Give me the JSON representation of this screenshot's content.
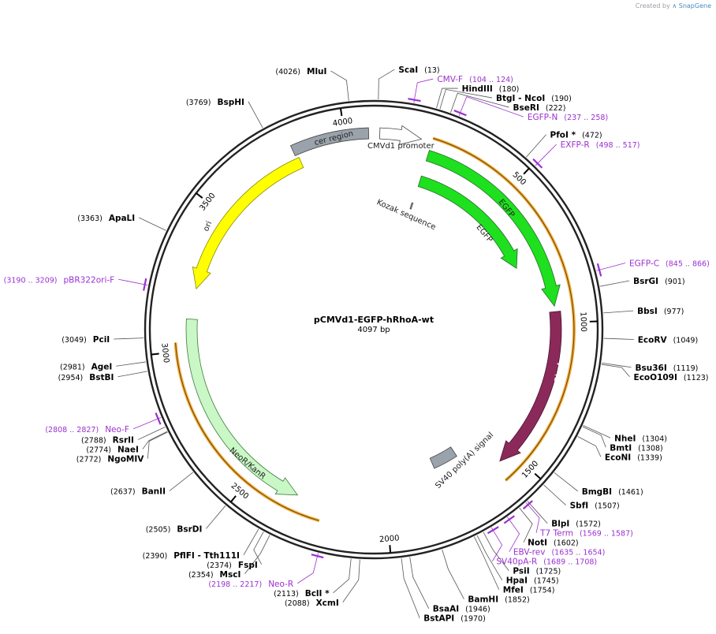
{
  "credit": {
    "prefix": "Created by",
    "brand": "SnapGene"
  },
  "plasmid": {
    "name": "pCMVd1-EGFP-hRhoA-wt",
    "size_label": "4097 bp",
    "length": 4097
  },
  "ticks": [
    "500",
    "1000",
    "1500",
    "2000",
    "2500",
    "3000",
    "3500",
    "4000"
  ],
  "sites": [
    {
      "name": "ScaI",
      "pos": "(13)",
      "bp": 13
    },
    {
      "name": "HindIII",
      "pos": "(180)",
      "bp": 180
    },
    {
      "name": "BtgI  - NcoI",
      "pos": "(190)",
      "bp": 190
    },
    {
      "name": "BseRI",
      "pos": "(222)",
      "bp": 222
    },
    {
      "name": "PfoI *",
      "pos": "(472)",
      "bp": 472
    },
    {
      "name": "BsrGI",
      "pos": "(901)",
      "bp": 901
    },
    {
      "name": "BbsI",
      "pos": "(977)",
      "bp": 977
    },
    {
      "name": "EcoRV",
      "pos": "(1049)",
      "bp": 1049
    },
    {
      "name": "Bsu36I",
      "pos": "(1119)",
      "bp": 1119
    },
    {
      "name": "EcoO109I",
      "pos": "(1123)",
      "bp": 1123
    },
    {
      "name": "NheI",
      "pos": "(1304)",
      "bp": 1304
    },
    {
      "name": "BmtI",
      "pos": "(1308)",
      "bp": 1308
    },
    {
      "name": "EcoNI",
      "pos": "(1339)",
      "bp": 1339
    },
    {
      "name": "BmgBI",
      "pos": "(1461)",
      "bp": 1461
    },
    {
      "name": "SbfI",
      "pos": "(1507)",
      "bp": 1507
    },
    {
      "name": "BlpI",
      "pos": "(1572)",
      "bp": 1572
    },
    {
      "name": "NotI",
      "pos": "(1602)",
      "bp": 1602
    },
    {
      "name": "PsiI",
      "pos": "(1725)",
      "bp": 1725
    },
    {
      "name": "HpaI",
      "pos": "(1745)",
      "bp": 1745
    },
    {
      "name": "MfeI",
      "pos": "(1754)",
      "bp": 1754
    },
    {
      "name": "BamHI",
      "pos": "(1852)",
      "bp": 1852
    },
    {
      "name": "BsaAI",
      "pos": "(1946)",
      "bp": 1946
    },
    {
      "name": "BstAPI",
      "pos": "(1970)",
      "bp": 1970
    },
    {
      "name": "XcmI",
      "pos": "(2088)",
      "bp": 2088
    },
    {
      "name": "BclI *",
      "pos": "(2113)",
      "bp": 2113
    },
    {
      "name": "MscI",
      "pos": "(2354)",
      "bp": 2354
    },
    {
      "name": "FspI",
      "pos": "(2374)",
      "bp": 2374
    },
    {
      "name": "PflFI  - Tth111I",
      "pos": "(2390)",
      "bp": 2390
    },
    {
      "name": "BsrDI",
      "pos": "(2505)",
      "bp": 2505
    },
    {
      "name": "BanII",
      "pos": "(2637)",
      "bp": 2637
    },
    {
      "name": "NgoMIV",
      "pos": "(2772)",
      "bp": 2772
    },
    {
      "name": "NaeI",
      "pos": "(2774)",
      "bp": 2774
    },
    {
      "name": "RsrII",
      "pos": "(2788)",
      "bp": 2788
    },
    {
      "name": "BstBI",
      "pos": "(2954)",
      "bp": 2954
    },
    {
      "name": "AgeI",
      "pos": "(2981)",
      "bp": 2981
    },
    {
      "name": "PciI",
      "pos": "(3049)",
      "bp": 3049
    },
    {
      "name": "ApaLI",
      "pos": "(3363)",
      "bp": 3363
    },
    {
      "name": "BspHI",
      "pos": "(3769)",
      "bp": 3769
    },
    {
      "name": "MluI",
      "pos": "(4026)",
      "bp": 4026
    }
  ],
  "primers": [
    {
      "name": "CMV-F",
      "range": "(104 .. 124)",
      "start": 104,
      "end": 124
    },
    {
      "name": "EGFP-N",
      "range": "(237 .. 258)",
      "start": 237,
      "end": 258
    },
    {
      "name": "EXFP-R",
      "range": "(498 .. 517)",
      "start": 498,
      "end": 517
    },
    {
      "name": "EGFP-C",
      "range": "(845 .. 866)",
      "start": 845,
      "end": 866
    },
    {
      "name": "T7 Term",
      "range": "(1569 .. 1587)",
      "start": 1569,
      "end": 1587
    },
    {
      "name": "EBV-rev",
      "range": "(1635 .. 1654)",
      "start": 1635,
      "end": 1654
    },
    {
      "name": "SV40pA-R",
      "range": "(1689 .. 1708)",
      "start": 1689,
      "end": 1708
    },
    {
      "name": "Neo-R",
      "range": "(2198 .. 2217)",
      "start": 2198,
      "end": 2217
    },
    {
      "name": "Neo-F",
      "range": "(2808 .. 2827)",
      "start": 2808,
      "end": 2827
    },
    {
      "name": "pBR322ori-F",
      "range": "(3190 .. 3209)",
      "start": 3190,
      "end": 3209
    }
  ],
  "features": [
    {
      "label": "cer region",
      "color": "#9aa3ab"
    },
    {
      "label": "CMVd1 promoter",
      "color": "#ffffff"
    },
    {
      "label": "Kozak sequence",
      "color": "#9aa3ab"
    },
    {
      "label": "EGFP",
      "color": "#1ee01e"
    },
    {
      "label": "EGFP",
      "color": "#1ee01e"
    },
    {
      "label": "RhoA",
      "color": "#8b2a5a"
    },
    {
      "label": "SV40 poly(A) signal",
      "color": "#9aa3ab"
    },
    {
      "label": "NeoR/KanR",
      "color": "#c9f7c5"
    },
    {
      "label": "ori",
      "color": "#ffff00"
    }
  ],
  "colors": {
    "primer": "#9b30d0",
    "orf": "#f0b040",
    "backbone": "#222222"
  }
}
